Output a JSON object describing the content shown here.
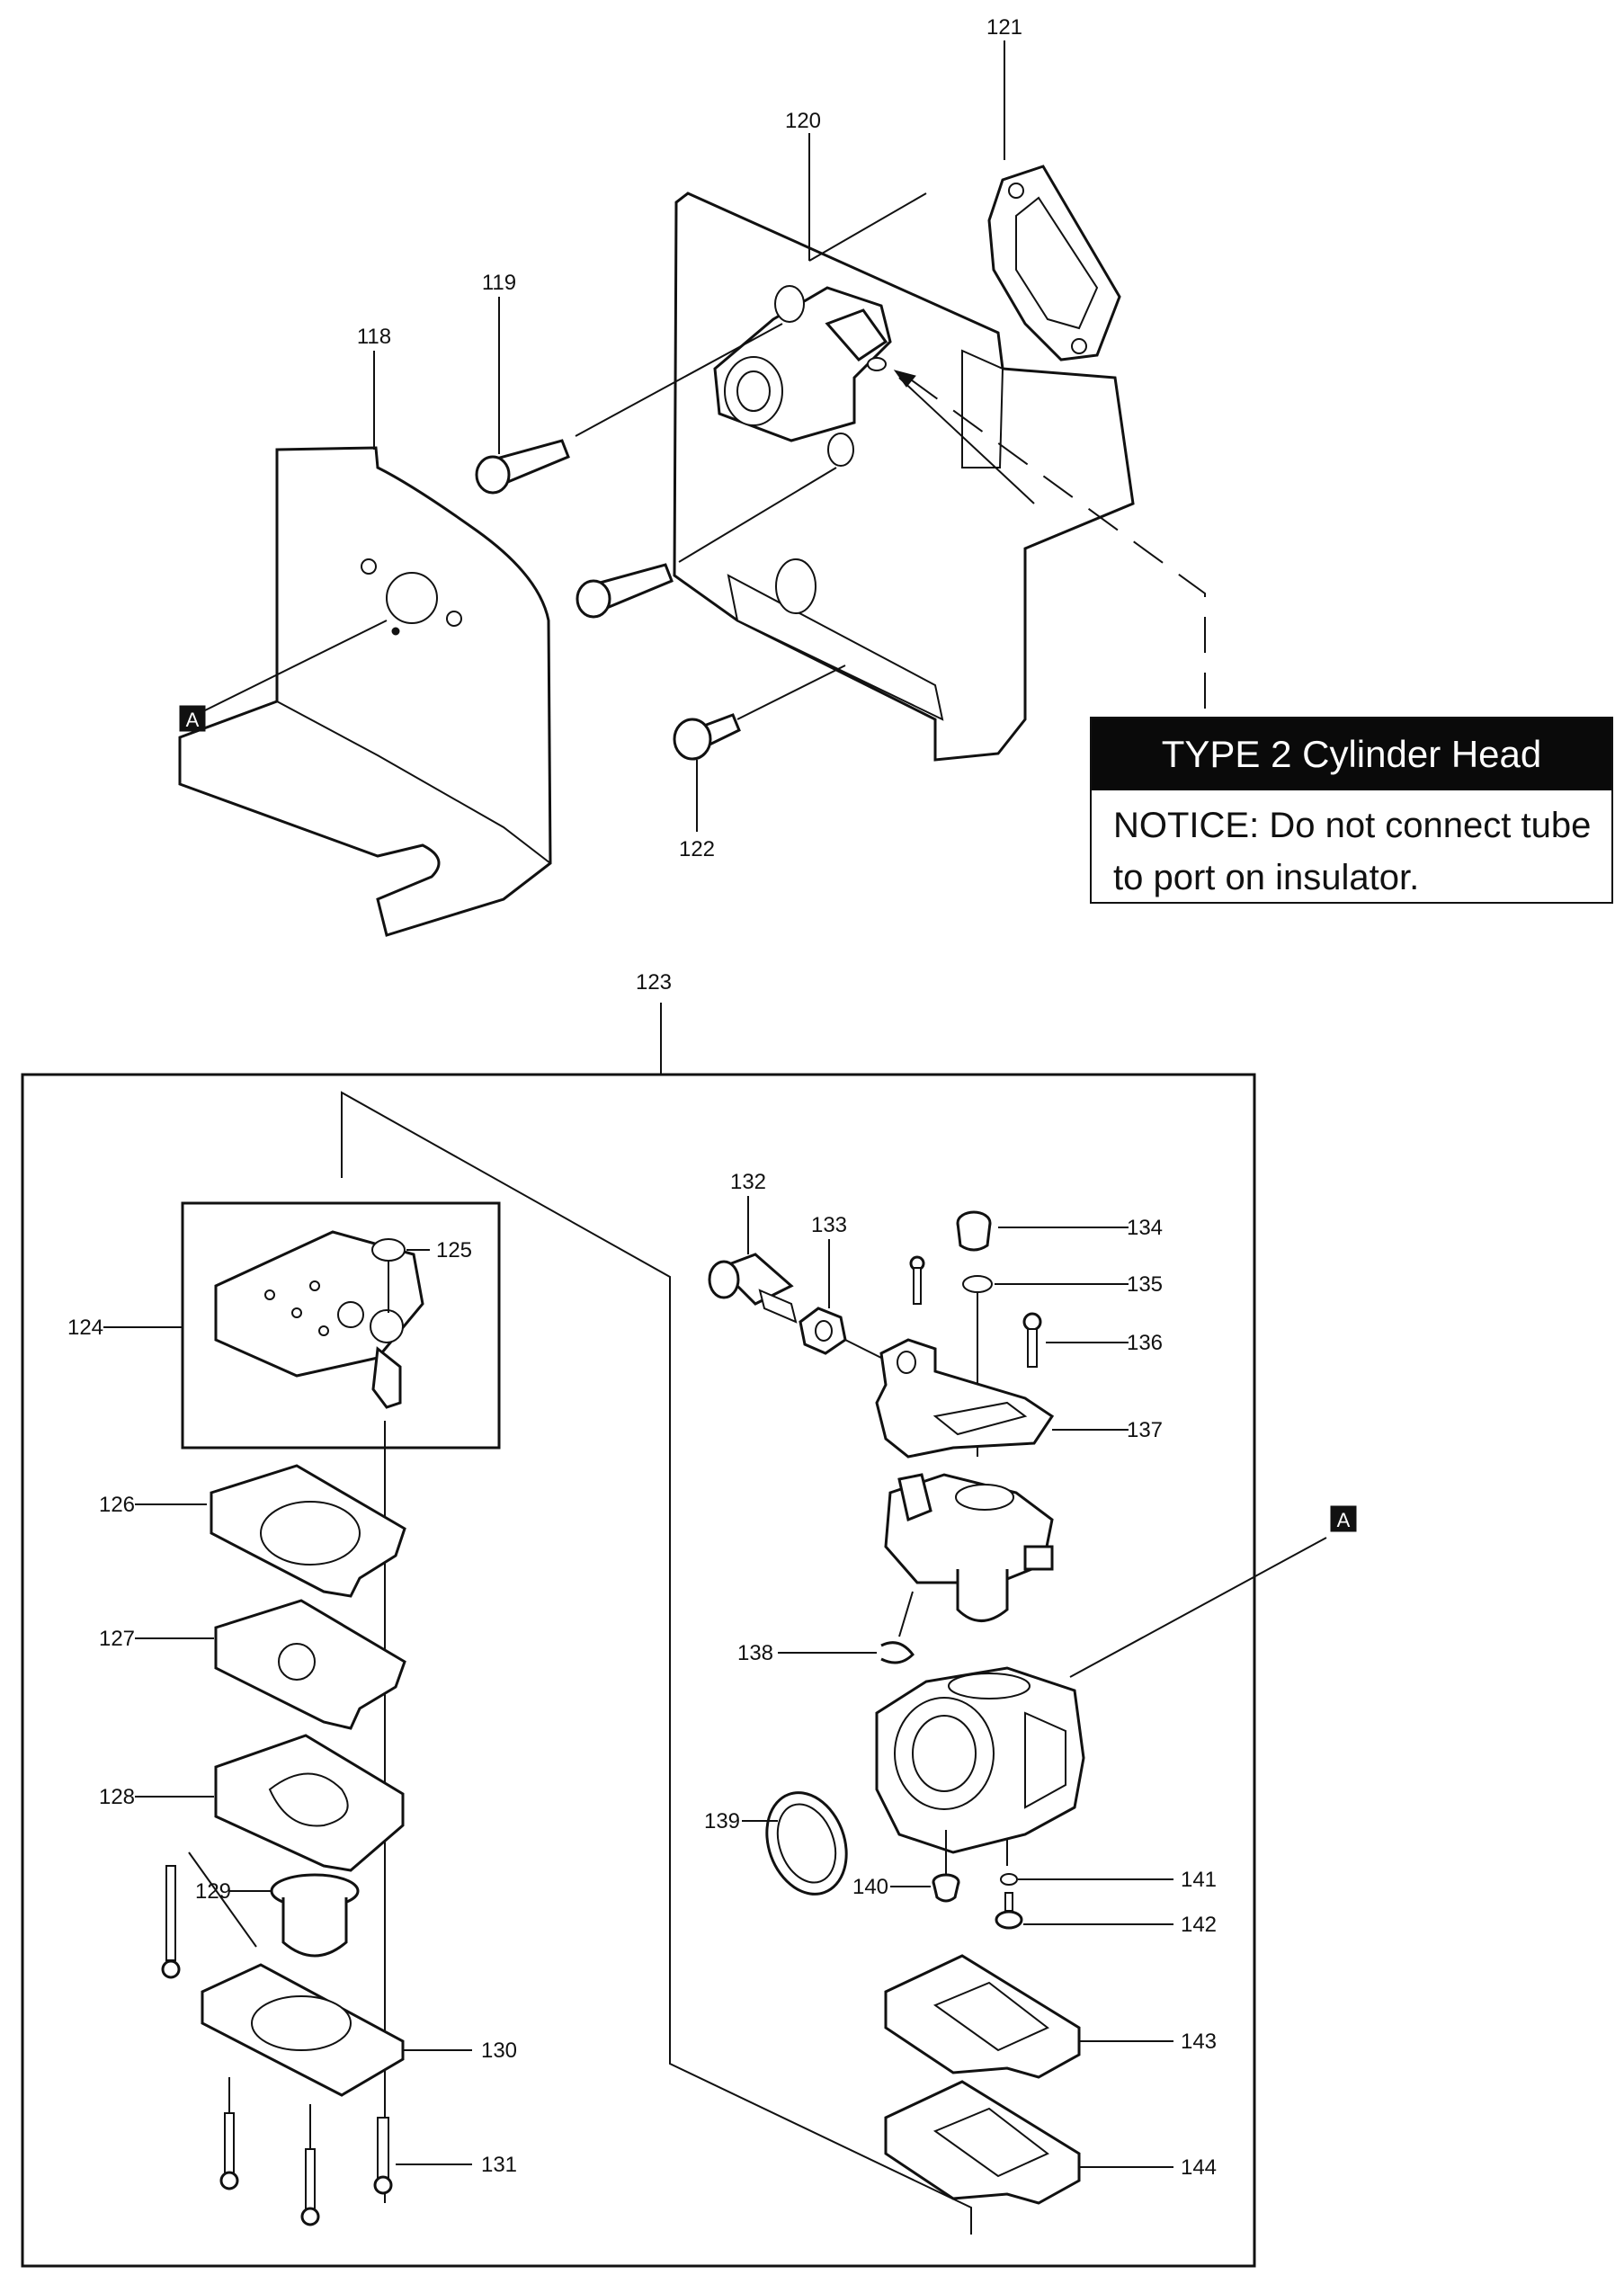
{
  "notice": {
    "title": "TYPE 2 Cylinder Head",
    "text_line1": "NOTICE: Do not connect tube",
    "text_line2": "to port on insulator."
  },
  "reference_marker": "A",
  "part_labels": {
    "p118": "118",
    "p119": "119",
    "p120": "120",
    "p121": "121",
    "p122": "122",
    "p123": "123",
    "p124": "124",
    "p125": "125",
    "p126": "126",
    "p127": "127",
    "p128": "128",
    "p129": "129",
    "p130": "130",
    "p131": "131",
    "p132": "132",
    "p133": "133",
    "p134": "134",
    "p135": "135",
    "p136": "136",
    "p137": "137",
    "p138": "138",
    "p139": "139",
    "p140": "140",
    "p141": "141",
    "p142": "142",
    "p143": "143",
    "p144": "144"
  }
}
